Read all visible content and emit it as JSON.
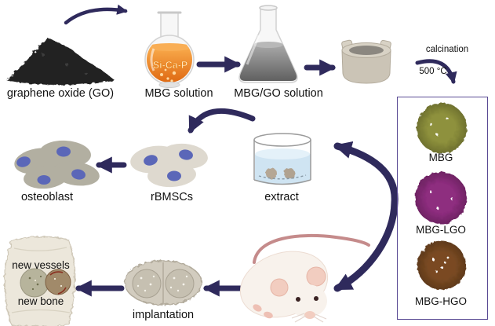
{
  "labels": {
    "graphene_oxide": "graphene oxide (GO)",
    "mbg_solution": "MBG solution",
    "flask_contents": "Si-Ca-P",
    "mbggo_solution": "MBG/GO solution",
    "calcination": "calcination",
    "temperature": "500 °C",
    "osteoblast": "osteoblast",
    "rbmscs": "rBMSCs",
    "extract": "extract",
    "new_vessels": "new vessels",
    "new_bone": "new bone",
    "implantation": "implantation"
  },
  "panel": {
    "materials": [
      {
        "label": "MBG",
        "color": "#8e913c"
      },
      {
        "label": "MBG-LGO",
        "color": "#8e2d7f"
      },
      {
        "label": "MBG-HGO",
        "color": "#7a4a22"
      }
    ]
  },
  "colors": {
    "arrow": "#2f2a5c",
    "panel_border": "#5a4a94",
    "go_powder": "#202020",
    "mbg_liquid": "#ee8520",
    "mbggo_liquid": "#8c8c8c",
    "extract_liquid": "#cfe4f2",
    "cell_light": "#ded9cf",
    "cell_dark": "#b2afa1",
    "nucleus": "#5b67b8",
    "crucible": "#cbc4b6",
    "glass_stroke": "#d2d2d2",
    "bone": "#ece7db",
    "mouse": "#f8f2ec",
    "mouse_pink": "#f2cdc0",
    "text": "#111111"
  }
}
